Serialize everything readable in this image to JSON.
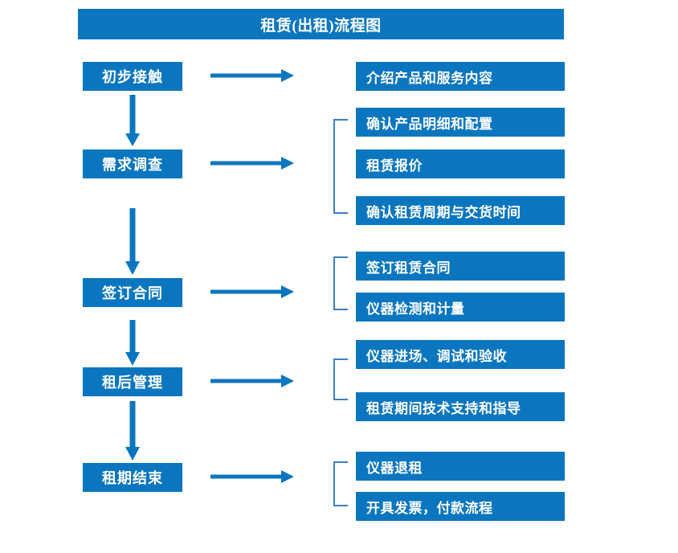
{
  "chart_data": {
    "type": "diagram",
    "title": "租赁(出租)流程图",
    "diagram_kind": "flowchart",
    "orientation": "vertical-stages-with-branches",
    "colors": {
      "box_fill": "#0A76C0",
      "box_text": "#FFFFFF",
      "arrow": "#0A76C0",
      "bracket": "#3C7FC4",
      "background": "#FFFFFF"
    },
    "stages": [
      {
        "id": "stage-1",
        "label": "初步接触",
        "details": [
          "介绍产品和服务内容"
        ],
        "has_bracket": false
      },
      {
        "id": "stage-2",
        "label": "需求调查",
        "details": [
          "确认产品明细和配置",
          "租赁报价",
          "确认租赁周期与交货时间"
        ],
        "has_bracket": true
      },
      {
        "id": "stage-3",
        "label": "签订合同",
        "details": [
          "签订租赁合同",
          "仪器检测和计量"
        ],
        "has_bracket": true
      },
      {
        "id": "stage-4",
        "label": "租后管理",
        "details": [
          "仪器进场、调试和验收",
          "租赁期间技术支持和指导"
        ],
        "has_bracket": true
      },
      {
        "id": "stage-5",
        "label": "租期结束",
        "details": [
          "仪器退租",
          "开具发票，付款流程"
        ],
        "has_bracket": true
      }
    ],
    "stage_transitions": [
      {
        "from": "初步接触",
        "to": "需求调查"
      },
      {
        "from": "需求调查",
        "to": "签订合同"
      },
      {
        "from": "签订合同",
        "to": "租后管理"
      },
      {
        "from": "租后管理",
        "to": "租期结束"
      }
    ]
  },
  "title": {
    "text": "租赁(出租)流程图"
  },
  "stages": {
    "s1": {
      "label": "初步接触"
    },
    "s2": {
      "label": "需求调查"
    },
    "s3": {
      "label": "签订合同"
    },
    "s4": {
      "label": "租后管理"
    },
    "s5": {
      "label": "租期结束"
    }
  },
  "details": {
    "d1_1": "介绍产品和服务内容",
    "d2_1": "确认产品明细和配置",
    "d2_2": "租赁报价",
    "d2_3": "确认租赁周期与交货时间",
    "d3_1": "签订租赁合同",
    "d3_2": "仪器检测和计量",
    "d4_1": "仪器进场、调试和验收",
    "d4_2": "租赁期间技术支持和指导",
    "d5_1": "仪器退租",
    "d5_2": "开具发票，付款流程"
  }
}
